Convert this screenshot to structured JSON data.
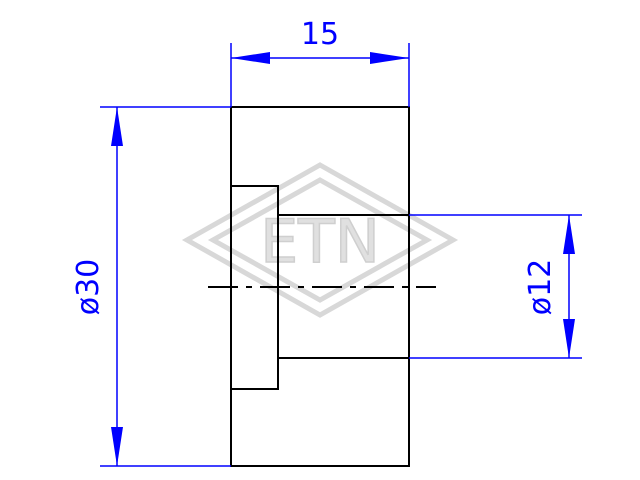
{
  "colors": {
    "dimension": "#0000ff",
    "geometry": "#000000",
    "watermark": "#d8d8d8"
  },
  "watermark": {
    "text": "ETN",
    "icon": "diamond-logo-icon"
  },
  "dimensions": {
    "width": "15",
    "outer_diameter": "ø30",
    "bore_diameter": "ø12"
  }
}
